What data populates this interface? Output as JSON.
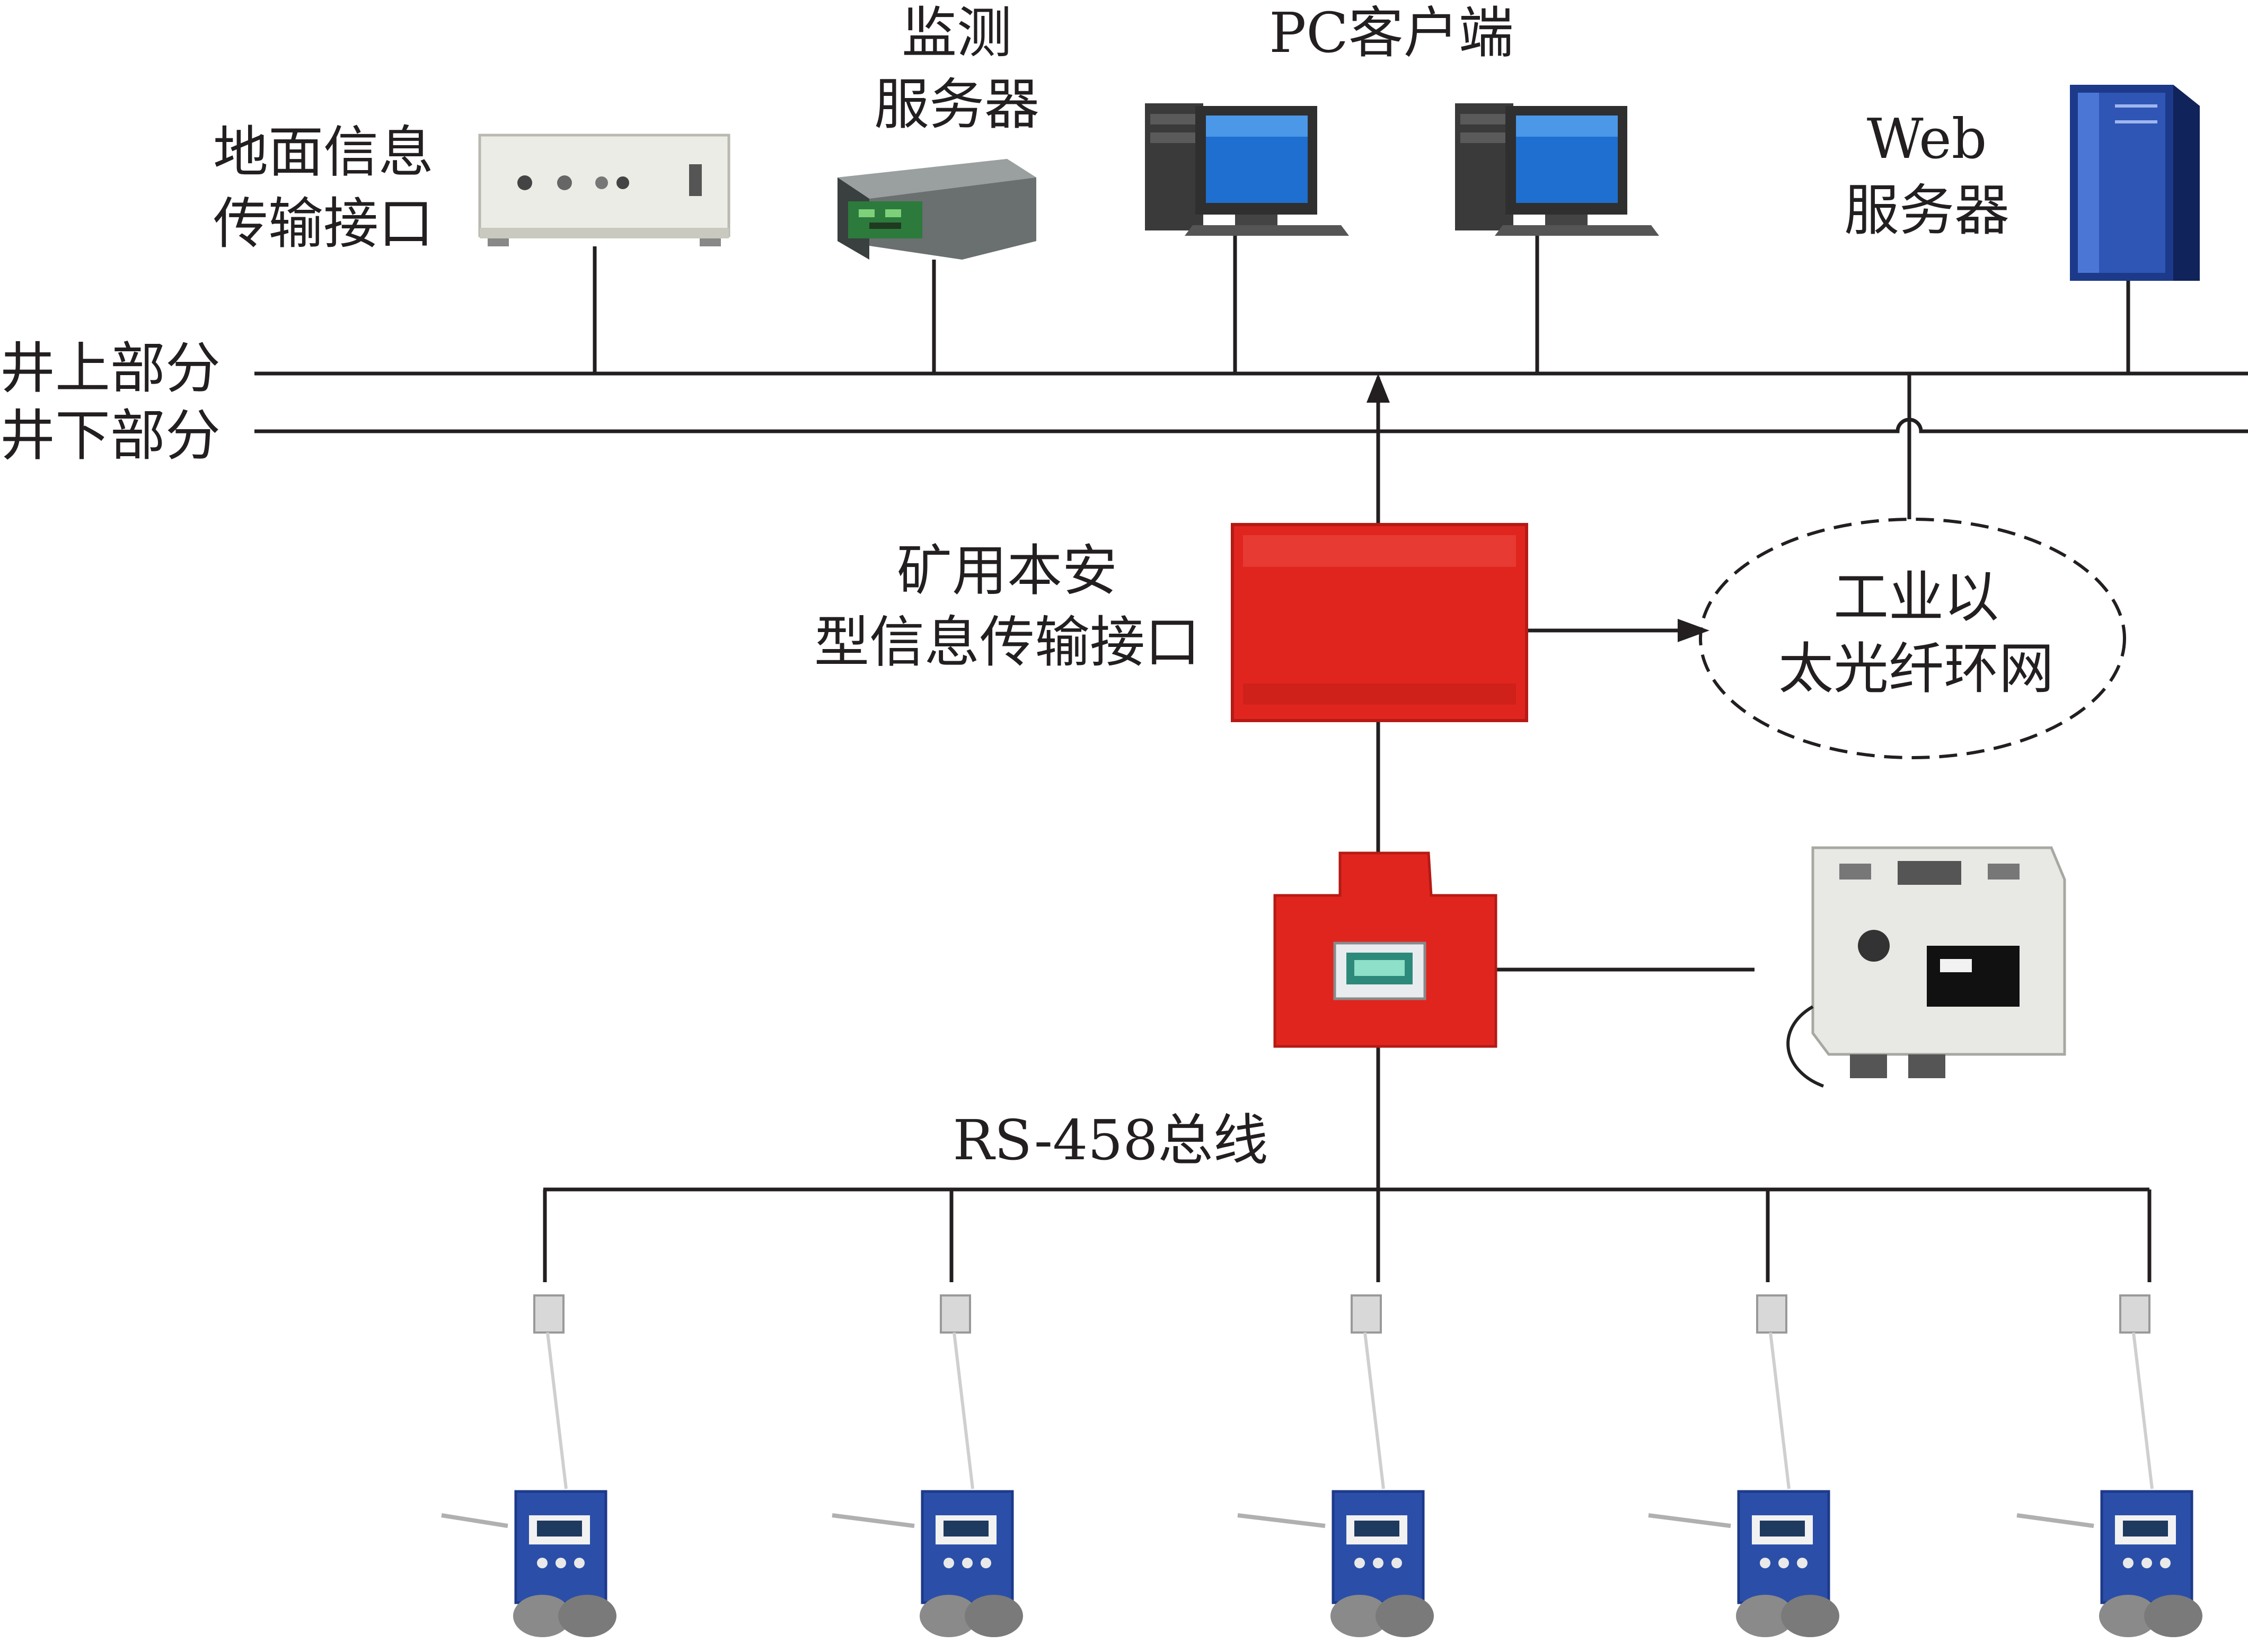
{
  "labels": {
    "ground_interface": [
      "地面信息",
      "传输接口"
    ],
    "monitor_server": [
      "监测",
      "服务器"
    ],
    "pc_client": "PC客户端",
    "web_server": [
      "Web",
      "服务器"
    ],
    "above_ground": "井上部分",
    "below_ground": "井下部分",
    "mine_interface": [
      "矿用本安",
      "型信息传输接口"
    ],
    "fiber_ring": [
      "工业以",
      "太光纤环网"
    ],
    "bus": "RS-458总线"
  },
  "icons": {
    "ground_interface": "rack-interface-box-icon",
    "monitor_server": "network-appliance-icon",
    "pc_client": "desktop-computer-icon",
    "web_server": "tower-server-icon",
    "mine_interface": "intrinsically-safe-interface-icon",
    "substation": "monitoring-substation-icon",
    "power_supply": "power-supply-box-icon",
    "sensor": "gas-sensor-icon"
  },
  "colors": {
    "line": "#231f20",
    "red_device": "#e0251f",
    "blue_device": "#2b4fa8",
    "screen_blue": "#1e6fd0",
    "server_blue": "#1d3a8a"
  }
}
